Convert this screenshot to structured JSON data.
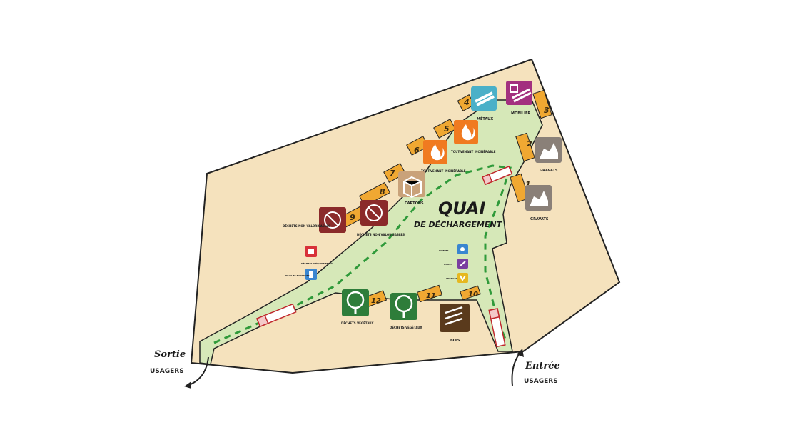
{
  "quai": {
    "title": "QUAI",
    "subtitle": "DE DÉCHARGEMENT"
  },
  "exit": {
    "title": "Sortie",
    "subtitle": "USAGERS"
  },
  "entrance": {
    "title": "Entrée",
    "subtitle": "USAGERS"
  },
  "bays": [
    "1",
    "2",
    "3",
    "4",
    "5",
    "6",
    "7",
    "8",
    "9",
    "10",
    "11",
    "12"
  ],
  "waste_labels": {
    "metaux": "MÉTAUX",
    "mobilier": "MOBILIER",
    "tout_venant_1": "TOUT-VENANT INCINÉRABLE",
    "tout_venant_2": "TOUT-VENANT INCINÉRABLE",
    "cartons": "CARTONS",
    "gravats_1": "GRAVATS",
    "gravats_2": "GRAVATS",
    "dnv_1": "DÉCHETS NON VALORISABLES",
    "dnv_2": "DÉCHETS NON VALORISABLES",
    "vegetaux_1": "DÉCHETS VÉGÉTAUX",
    "vegetaux_2": "DÉCHETS VÉGÉTAUX",
    "bois": "BOIS",
    "small_left_1": "DÉCHETS D'ÉQUIPEMENTS",
    "small_left_2": "PILES ET BATTERIES",
    "small_center_1": "LAMPES",
    "small_center_2": "HUILES",
    "small_center_3": "TEXTILES"
  },
  "colors": {
    "site": "#f5e2bd",
    "quay": "#d6e8b8",
    "outline": "#222222",
    "path": "#2f9a3a",
    "bay": "#f0a832",
    "metaux": "#4ab0c8",
    "mobilier": "#a3307f",
    "tout_venant": "#f07a20",
    "cartons": "#c9a27a",
    "gravats": "#8a8078",
    "dnv": "#8b2a2a",
    "vegetaux": "#2e7d3a",
    "bois": "#5a3a1c"
  },
  "icons": {
    "metaux": "metal-beams-icon",
    "mobilier": "furniture-icon",
    "tout_venant": "flame-icon",
    "cartons": "cardboard-box-icon",
    "gravats": "rubble-icon",
    "dnv": "no-recycle-icon",
    "vegetaux": "tree-icon",
    "bois": "pallet-icon",
    "truck": "truck-icon",
    "arrow": "curved-arrow-icon"
  }
}
